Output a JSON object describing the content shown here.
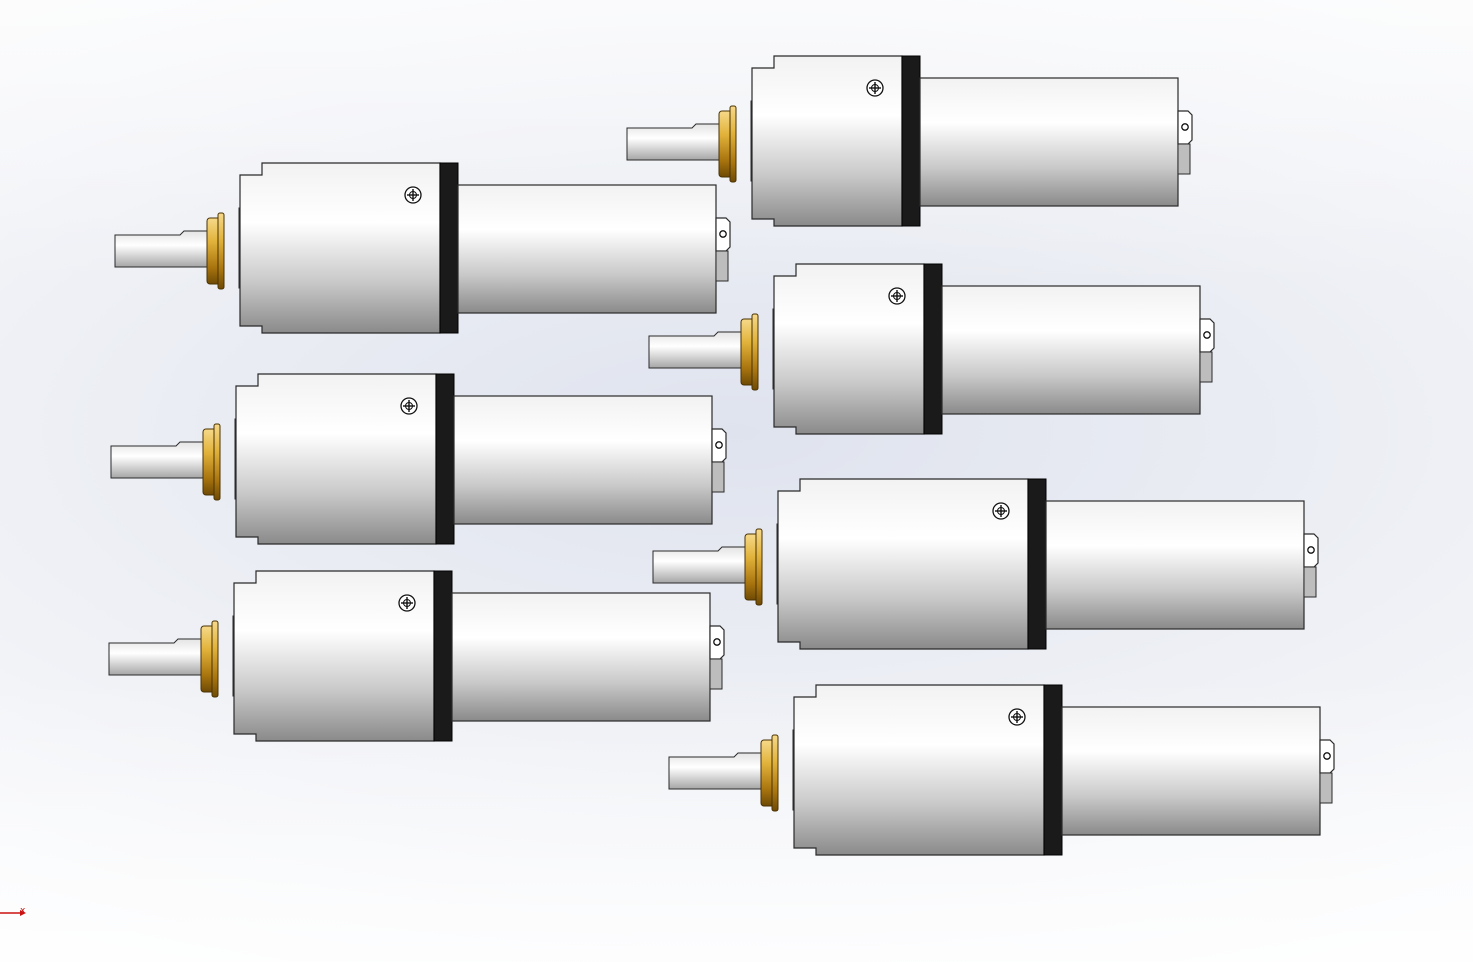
{
  "viewport": {
    "background_top": "#dfe3ee",
    "background_bottom": "#ffffff"
  },
  "axis_triad": {
    "label": "x",
    "color": "#cc1111"
  },
  "model": {
    "part_type": "planetary-gear-motor",
    "count": 7,
    "colors": {
      "body": "#c8c8c8",
      "collar": "#c8901e",
      "ring": "#1a1a1a",
      "edge": "#2a2a2a"
    },
    "screw_icon": "cross-recess-screw-icon"
  }
}
